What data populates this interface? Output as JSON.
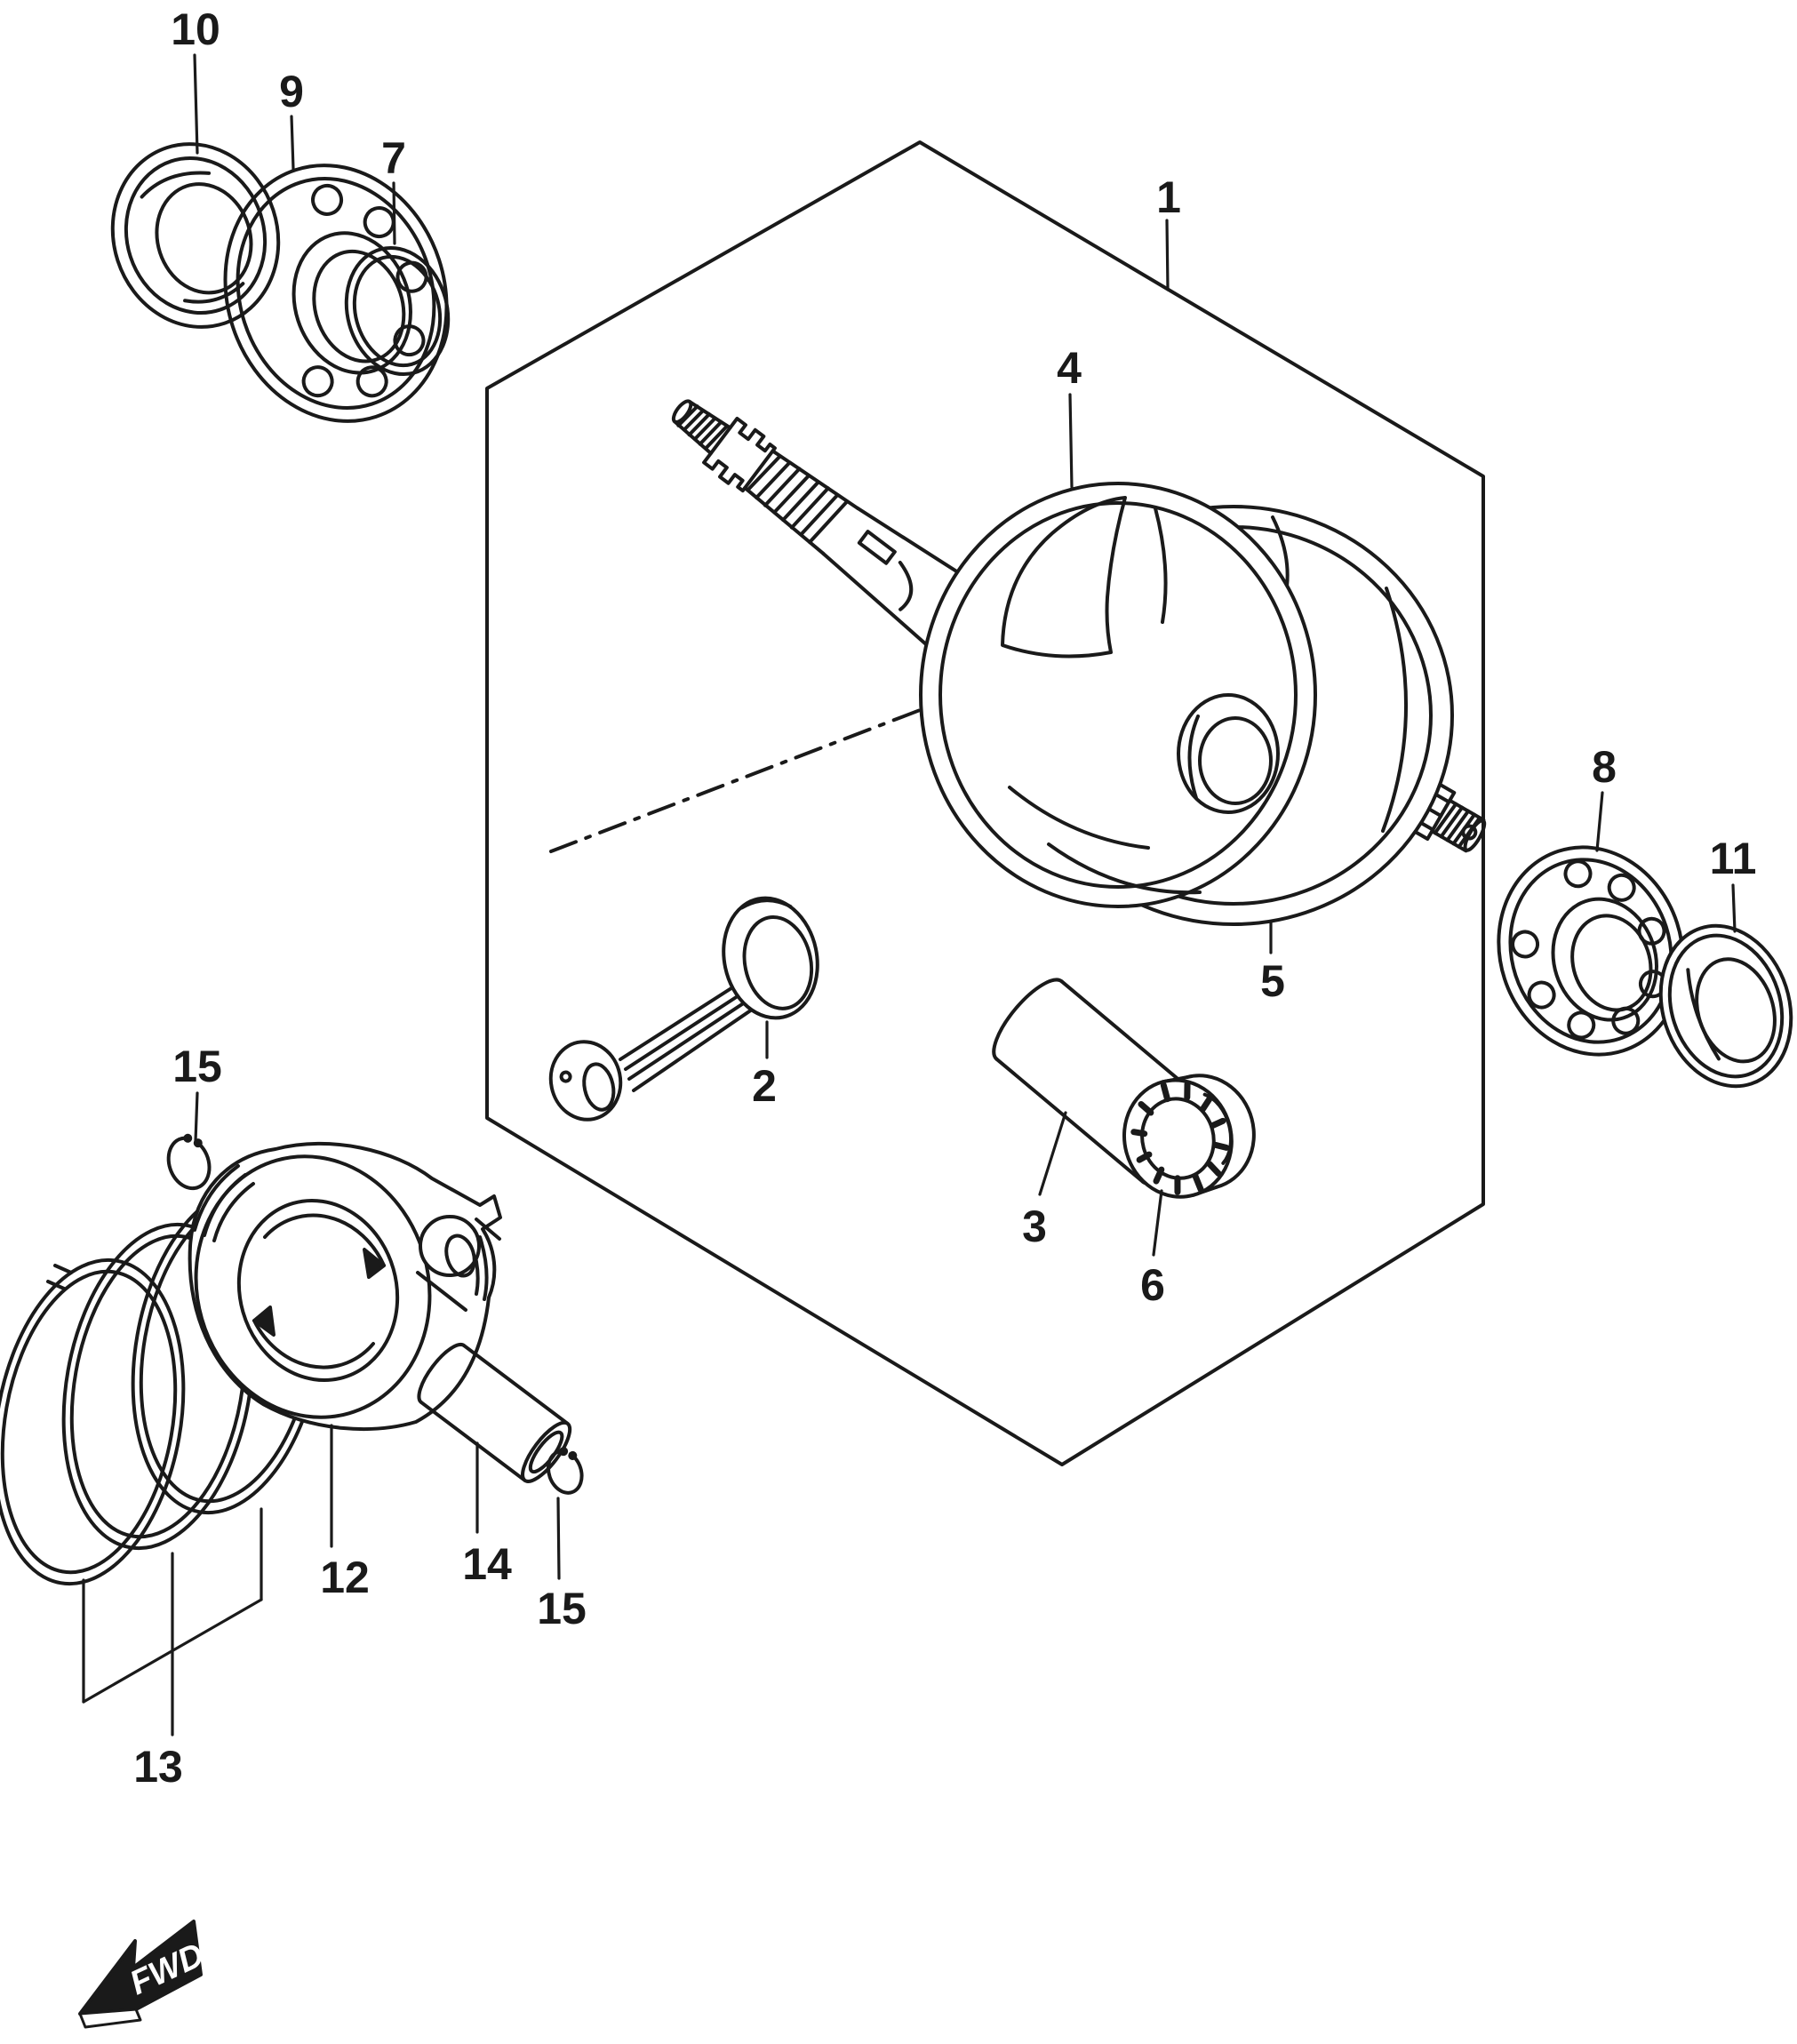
{
  "diagram": {
    "fwd_label": "FWD",
    "background": "#ffffff",
    "line_color": "#1a1a1a"
  },
  "callouts": {
    "c1": "1",
    "c2": "2",
    "c3": "3",
    "c4": "4",
    "c5": "5",
    "c6": "6",
    "c7": "7",
    "c8": "8",
    "c9": "9",
    "c10": "10",
    "c11": "11",
    "c12": "12",
    "c13": "13",
    "c14": "14",
    "c15a": "15",
    "c15b": "15"
  }
}
